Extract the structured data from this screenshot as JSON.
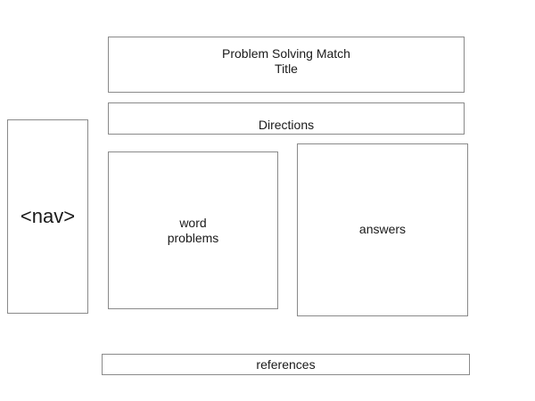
{
  "title_box": {
    "line1": "Problem Solving Match",
    "line2": "Title"
  },
  "directions_box": {
    "label": "Directions"
  },
  "nav_box": {
    "label": "<nav>"
  },
  "word_problems_box": {
    "line1": "word",
    "line2": "problems"
  },
  "answers_box": {
    "label": "answers"
  },
  "references_box": {
    "label": "references"
  }
}
